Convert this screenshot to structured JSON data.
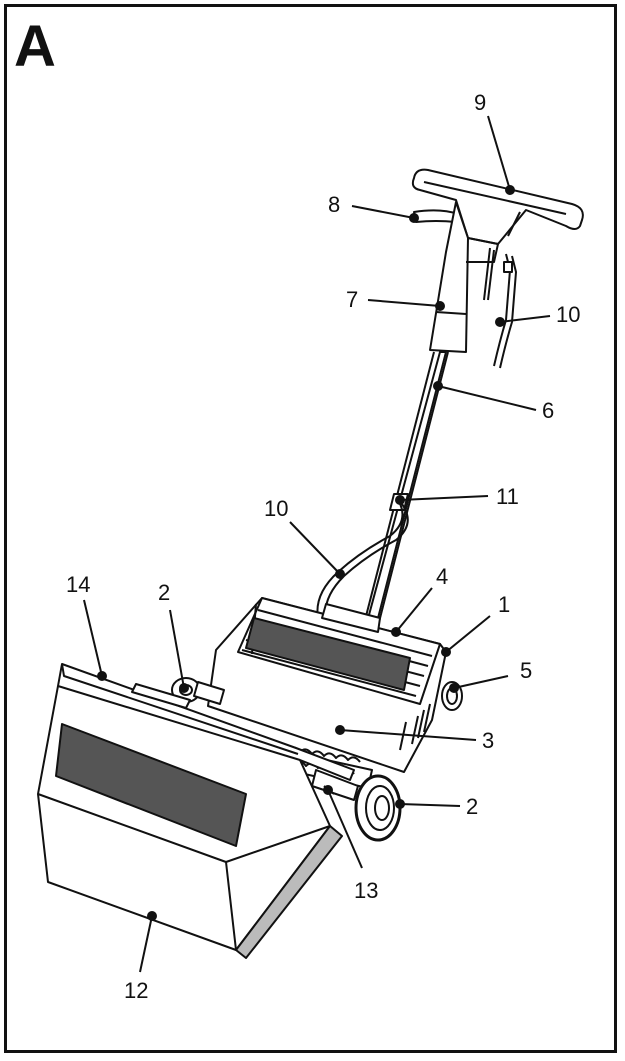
{
  "figure": {
    "letter": "A"
  },
  "colors": {
    "ink": "#111111",
    "paper": "#ffffff",
    "panel": "#555555",
    "shade": "#bbbbbb"
  },
  "callouts": [
    {
      "id": "c1",
      "label": "1"
    },
    {
      "id": "c2a",
      "label": "2"
    },
    {
      "id": "c2b",
      "label": "2"
    },
    {
      "id": "c3",
      "label": "3"
    },
    {
      "id": "c4",
      "label": "4"
    },
    {
      "id": "c5",
      "label": "5"
    },
    {
      "id": "c6",
      "label": "6"
    },
    {
      "id": "c7",
      "label": "7"
    },
    {
      "id": "c8",
      "label": "8"
    },
    {
      "id": "c9",
      "label": "9"
    },
    {
      "id": "c10a",
      "label": "10"
    },
    {
      "id": "c10b",
      "label": "10"
    },
    {
      "id": "c11",
      "label": "11"
    },
    {
      "id": "c12",
      "label": "12"
    },
    {
      "id": "c13",
      "label": "13"
    },
    {
      "id": "c14",
      "label": "14"
    }
  ]
}
